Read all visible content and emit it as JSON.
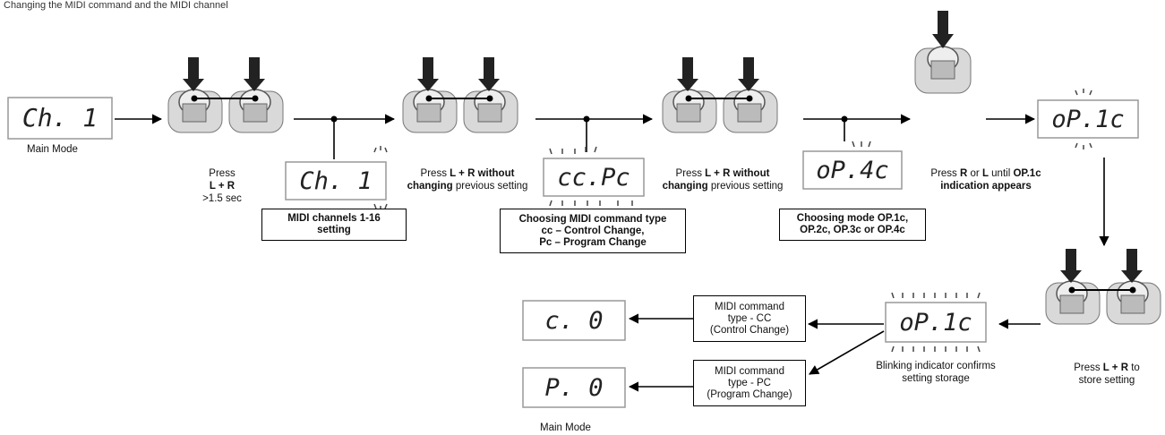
{
  "header": "Changing the MIDI command and the MIDI channel",
  "displays": {
    "ch1_main": "Ch.  1",
    "ch1_set": "Ch.  1",
    "ccpc": "cc.Pc",
    "op4c": "oP.4c",
    "op1c_top": "oP.1c",
    "op1c_blink": "oP.1c",
    "c0": "c.  0",
    "p0": "P.  0"
  },
  "captions": {
    "main_mode_top": "Main Mode",
    "press_lr": {
      "line1": "Press",
      "line2": "L + R",
      "line3": ">1.5 sec"
    },
    "press_lr_no_change_1": {
      "a": "Press ",
      "b": "L + R without",
      "c": "changing",
      "d": " previous setting"
    },
    "press_lr_no_change_2": {
      "a": "Press ",
      "b": "L + R without",
      "c": "changing",
      "d": " previous setting"
    },
    "press_r_or_l": {
      "a": "Press ",
      "r": "R",
      "or": " or ",
      "l": "L",
      "until": " until ",
      "op": "OP.1c",
      "line2": "indication appears"
    },
    "press_store": {
      "a": "Press ",
      "b": "L + R",
      "c": " to",
      "line2": "store setting"
    },
    "blinking": {
      "line1": "Blinking indicator confirms",
      "line2": "setting storage"
    },
    "main_mode_bottom": "Main Mode"
  },
  "boxes": {
    "midi_channels": {
      "line1": "MIDI channels 1-16",
      "line2": "setting"
    },
    "choosing_cmd": {
      "line1": "Choosing MIDI command type",
      "line2": "cc – Control Change,",
      "line3": "Pc – Program Change"
    },
    "choosing_mode": {
      "line1": "Choosing mode OP.1c,",
      "line2": "OP.2c, OP.3c or OP.4c"
    },
    "cmd_cc": {
      "line1": "MIDI command",
      "line2": "type - CC",
      "line3": "(Control Change)"
    },
    "cmd_pc": {
      "line1": "MIDI command",
      "line2": "type - PC",
      "line3": "(Program Change)"
    }
  }
}
